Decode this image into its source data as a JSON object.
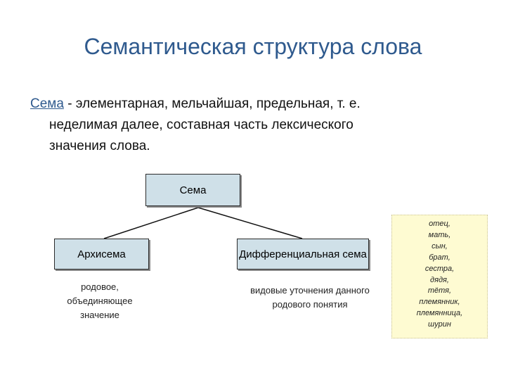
{
  "title": "Семантическая структура слова",
  "definition": {
    "term": "Сема",
    "line1_rest": " - элементарная, мельчайшая, предельная, т. е.",
    "line2": "неделимая далее, составная часть лексического",
    "line3": "значения слова."
  },
  "diagram": {
    "root": "Сема",
    "left": "Архисема",
    "right": "Дифференциальная сема",
    "left_note": "родовое, объединяющее значение",
    "right_note": "видовые уточнения данного родового понятия"
  },
  "colors": {
    "title": "#2f5a8e",
    "box_fill": "#cfe0e8",
    "note_fill": "#fefbd2"
  },
  "kinship_terms": [
    "отец,",
    "мать,",
    "сын,",
    "брат,",
    "сестра,",
    "дядя,",
    "тётя,",
    "племянник,",
    "племянница,",
    "шурин"
  ]
}
